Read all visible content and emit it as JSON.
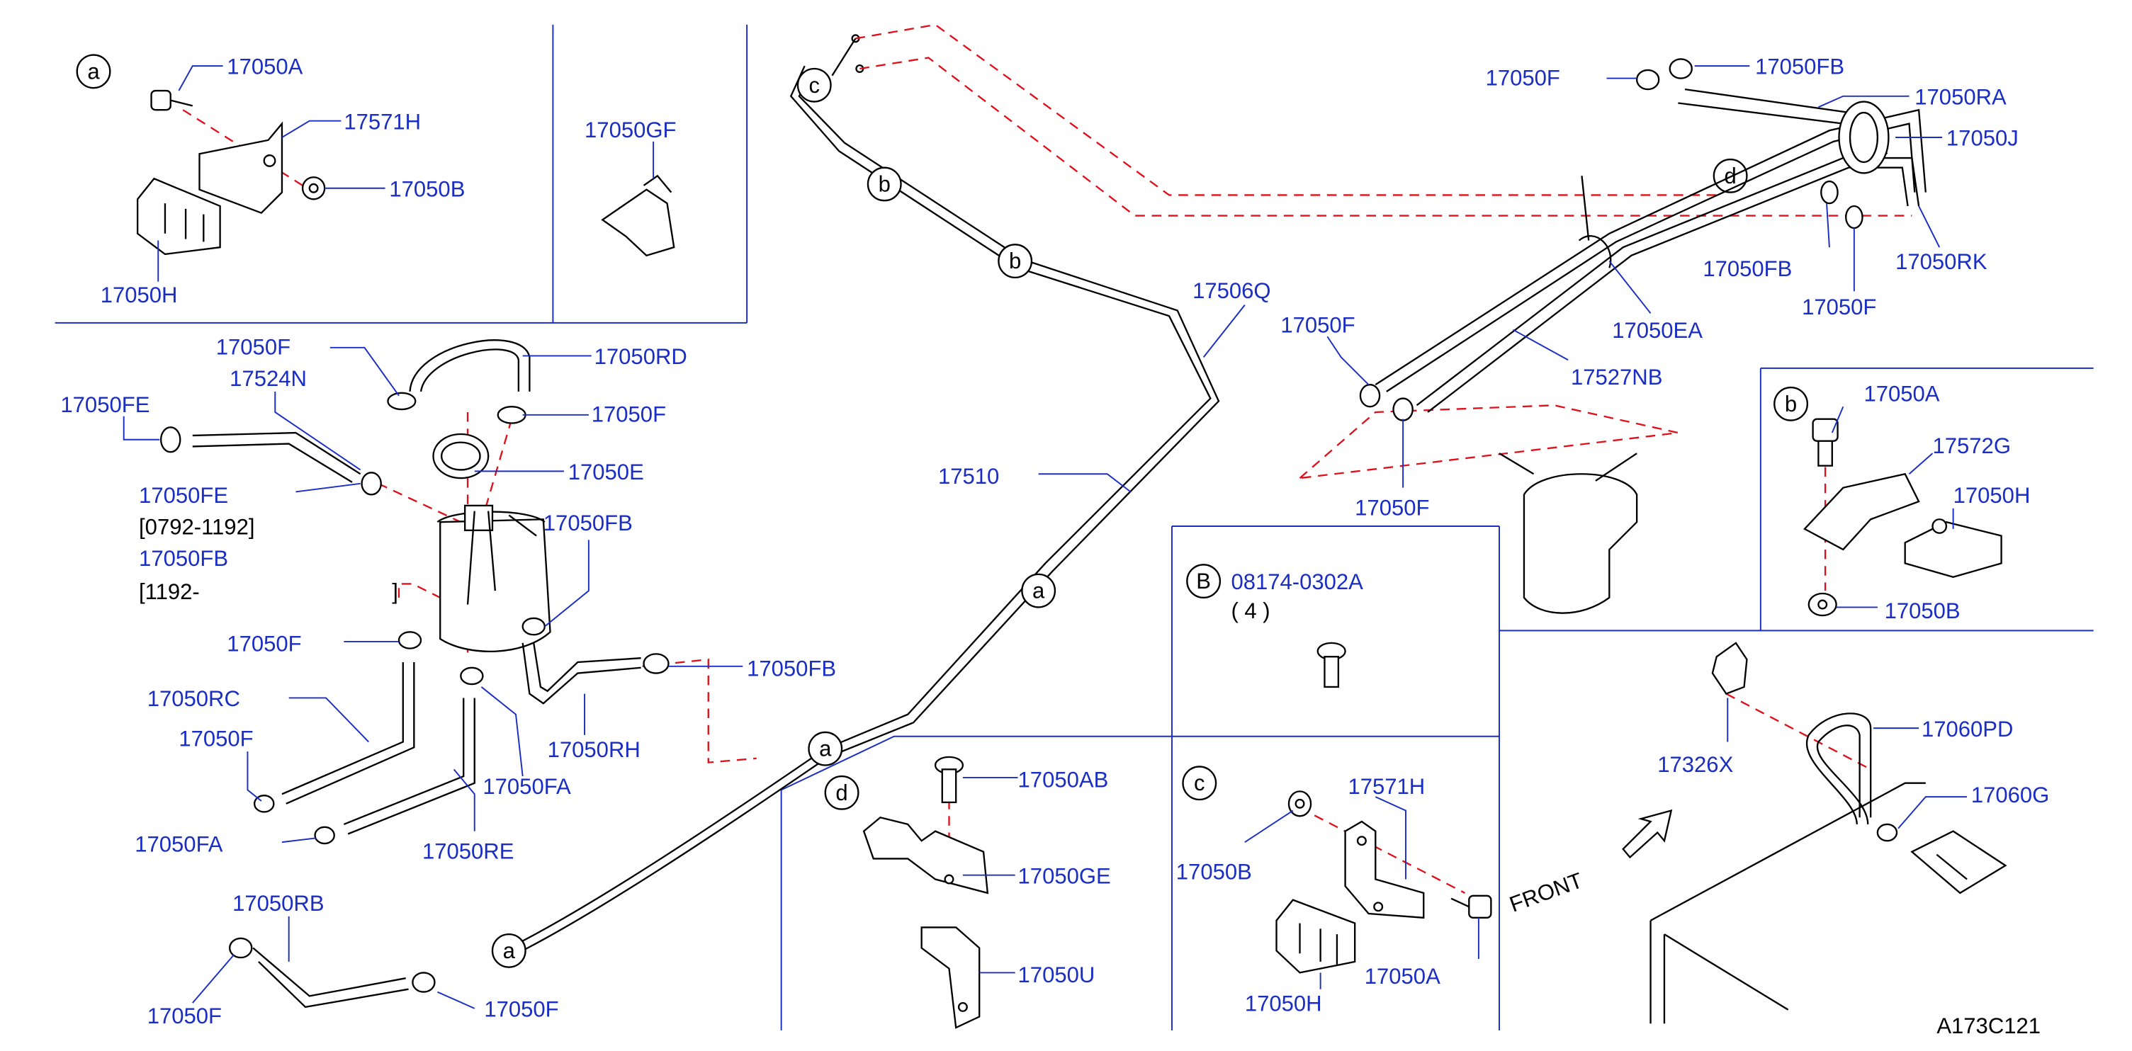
{
  "diagram_id": "A173C121",
  "front_label": "FRONT",
  "callout_letters": {
    "a": "a",
    "b": "b",
    "c": "c",
    "d": "d",
    "B": "B"
  },
  "date_notes": {
    "range1": "[0792-1192]",
    "range2": "[1192-",
    "range2_close": "]"
  },
  "bolt_qty": "( 4 )",
  "parts": {
    "p17050A": "17050A",
    "p17571H": "17571H",
    "p17050B": "17050B",
    "p17050H": "17050H",
    "p17050GF": "17050GF",
    "p17050F": "17050F",
    "p17050RD": "17050RD",
    "p17524N": "17524N",
    "p17050FE": "17050FE",
    "p17050E": "17050E",
    "p17050FB": "17050FB",
    "p17050RC": "17050RC",
    "p17050FA": "17050FA",
    "p17050RE": "17050RE",
    "p17050RH": "17050RH",
    "p17050RB": "17050RB",
    "p17510": "17510",
    "p17506Q": "17506Q",
    "p17050AB": "17050AB",
    "p17050GE": "17050GE",
    "p17050U": "17050U",
    "p08174": "08174-0302A",
    "p17050RA": "17050RA",
    "p17050J": "17050J",
    "p17050RK": "17050RK",
    "p17050EA": "17050EA",
    "p17527NB": "17527NB",
    "p17572G": "17572G",
    "p17326X": "17326X",
    "p17060PD": "17060PD",
    "p17060G": "17060G"
  }
}
